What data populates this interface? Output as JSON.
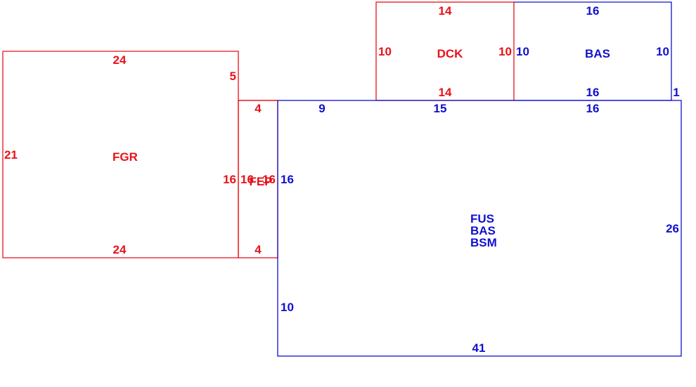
{
  "colors": {
    "red": "#e8121a",
    "blue": "#1010d0",
    "background": "#ffffff"
  },
  "areas": {
    "fgr": {
      "name": "FGR",
      "color": "red",
      "dims": {
        "top": "24",
        "bottom": "24",
        "left": "21",
        "right_upper": "5",
        "right_lower": "16"
      }
    },
    "fep": {
      "name": "FEP",
      "color": "red",
      "dims": {
        "top": "4",
        "bottom": "4",
        "left": "16",
        "right": "16"
      }
    },
    "dck": {
      "name": "DCK",
      "color": "red",
      "dims": {
        "top": "14",
        "bottom": "14",
        "left": "10",
        "right": "10"
      }
    },
    "bas_top": {
      "name": "BAS",
      "color": "blue",
      "dims": {
        "top": "16",
        "bottom": "16",
        "left": "10",
        "right": "10",
        "step": "1"
      }
    },
    "main": {
      "names": [
        "FUS",
        "BAS",
        "BSM"
      ],
      "color": "blue",
      "dims": {
        "top_a": "9",
        "top_b": "15",
        "top_c": "16",
        "right": "26",
        "bottom": "41",
        "left_upper": "16",
        "left_lower": "10"
      }
    }
  }
}
